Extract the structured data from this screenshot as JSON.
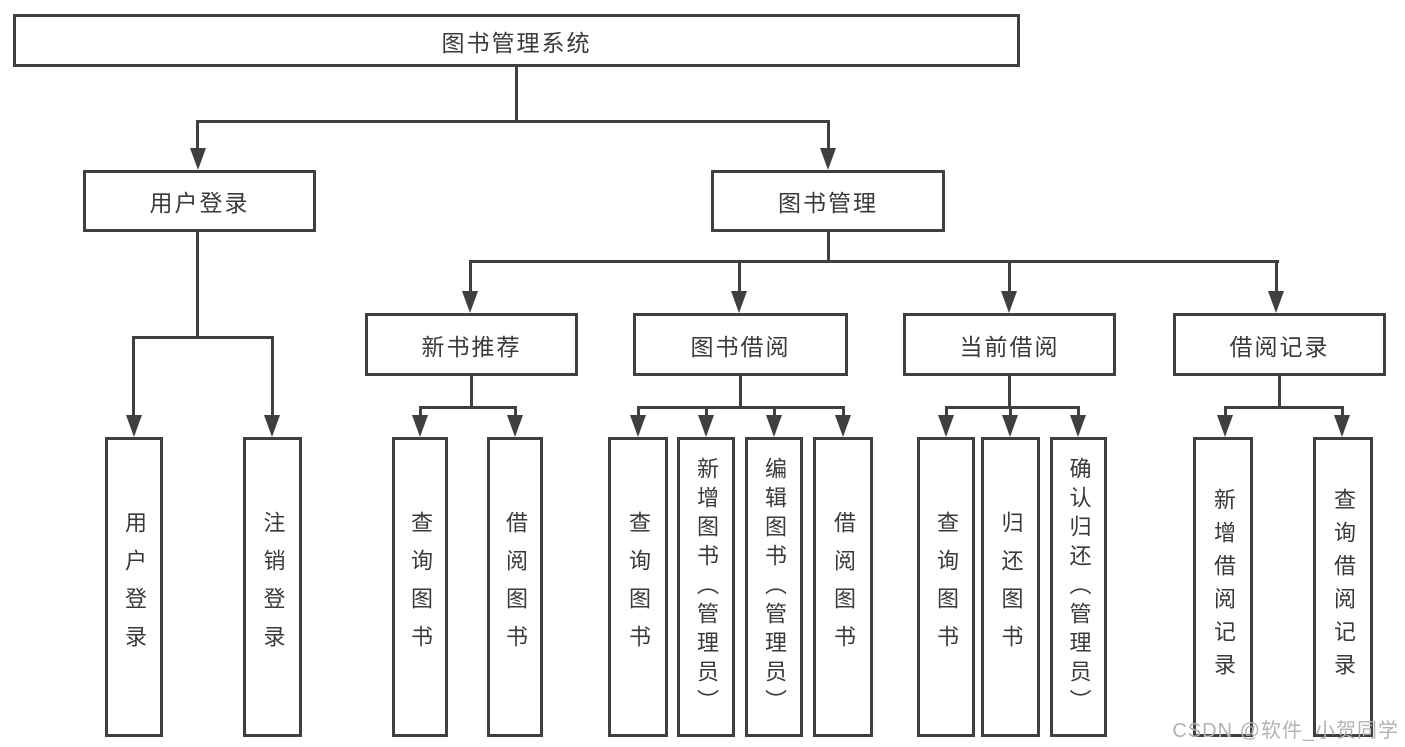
{
  "diagram": {
    "root": {
      "label": "图书管理系统"
    },
    "level2": [
      "用户登录",
      "图书管理"
    ],
    "level3": [
      "新书推荐",
      "图书借阅",
      "当前借阅",
      "借阅记录"
    ],
    "leaves": {
      "user_login": [
        "用户登录",
        "注销登录"
      ],
      "new_book_recommend": [
        "查询图书",
        "借阅图书"
      ],
      "book_borrowing": [
        "查询图书",
        "新增图书（管理员）",
        "编辑图书（管理员）",
        "借阅图书"
      ],
      "current_borrowing": [
        "查询图书",
        "归还图书",
        "确认归还（管理员）"
      ],
      "borrowing_records": [
        "新增借阅记录",
        "查询借阅记录"
      ]
    }
  },
  "watermark": {
    "text": "CSDN @软件_小贺同学"
  },
  "colors": {
    "line": "#3f3f3f",
    "text": "#3a3a3a",
    "watermark": "#b3b3b3",
    "background": "#ffffff"
  }
}
